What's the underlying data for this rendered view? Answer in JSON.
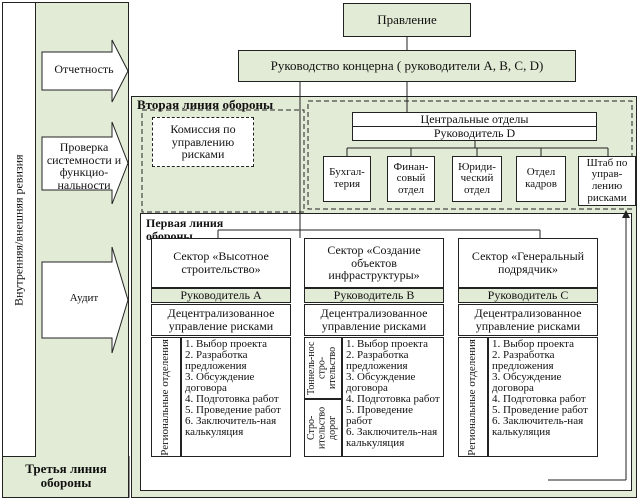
{
  "board": "Правление",
  "concern_management": "Руководство концерна ( руководители А, В, С, D)",
  "third_line": {
    "vertical_label": "Внутренняя/внешняя ревизия",
    "title": "Третья линия обороны",
    "arrows": [
      "Отчетность",
      "Проверка системности и функцио-нальности",
      "Аудит"
    ]
  },
  "second_line": {
    "title": "Вторая линия обороны",
    "risk_committee": "Комиссия по управлению рисками",
    "central_units": "Центральные отделы",
    "manager_d": "Руководитель D",
    "departments": [
      "Бухгал-терия",
      "Финан-совый отдел",
      "Юриди-ческий отдел",
      "Отдел кадров",
      "Штаб по управ-лению рисками"
    ]
  },
  "first_line": {
    "title": "Первая линия обороны",
    "sectors": [
      {
        "name": "Сектор «Высотное строительство»",
        "manager": "Руководитель А",
        "risk_mgmt": "Децентрализованное управление рисками",
        "side_labels": [
          "Региональные отделения"
        ],
        "tasks": [
          "1. Выбор проекта",
          "2. Разработка предложения",
          "3. Обсуждение договора",
          "4. Подготовка работ",
          "5. Проведение работ",
          "6. Заключитель-ная калькуляция"
        ]
      },
      {
        "name": "Сектор «Создание объектов инфраструктуры»",
        "manager": "Руководитель В",
        "risk_mgmt": "Децентрализованное управление рисками",
        "side_labels": [
          "Тоннель-нос стро-ительство",
          "Стро-ительство дорог"
        ],
        "tasks": [
          "1. Выбор проекта",
          "2. Разработка предложения",
          "3. Обсуждение договора",
          "4. Подготовка работ",
          "5. Проведение работ",
          "6. Заключитель-ная калькуляция"
        ]
      },
      {
        "name": "Сектор «Генеральный подрядчик»",
        "manager": "Руководитель С",
        "risk_mgmt": "Децентрализованное управление рисками",
        "side_labels": [
          "Региональные отделения"
        ],
        "tasks": [
          "1. Выбор проекта",
          "2. Разработка предложения",
          "3. Обсуждение договора",
          "4. Подготовка работ",
          "5. Проведение работ",
          "6. Заключитель-ная калькуляция"
        ]
      }
    ]
  }
}
